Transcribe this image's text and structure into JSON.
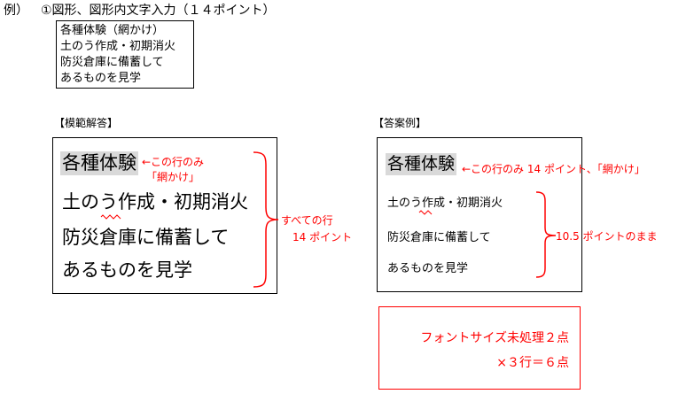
{
  "header": {
    "prefix": "例）",
    "title": "①図形、図形内文字入力（１４ポイント）"
  },
  "instruction_box": {
    "lines": [
      "各種体験（網かけ）",
      "土のう作成・初期消火",
      "防災倉庫に備蓄して",
      "あるものを見学"
    ]
  },
  "model_answer": {
    "label": "【模範解答】",
    "lines": [
      "各種体験",
      "土のう作成・初期消火",
      "防災倉庫に備蓄して",
      "あるものを見学"
    ],
    "annotations": {
      "line1_a": "←この行のみ",
      "line1_b": "「網かけ」",
      "all_a": "すべての行",
      "all_b": "14 ポイント"
    }
  },
  "sample_answer": {
    "label": "【答案例】",
    "lines": [
      "各種体験",
      "土のう作成・初期消火",
      "防災倉庫に備蓄して",
      "あるものを見学"
    ],
    "annotations": {
      "line1": "←この行のみ 14 ポイント、「網かけ」",
      "rest": "10.5 ポイントのまま"
    }
  },
  "scoring": {
    "line1": "フォントサイズ未処理２点",
    "line2": "×３行＝６点"
  },
  "colors": {
    "annotation": "#ff0000",
    "highlight": "#d9d9d9"
  }
}
